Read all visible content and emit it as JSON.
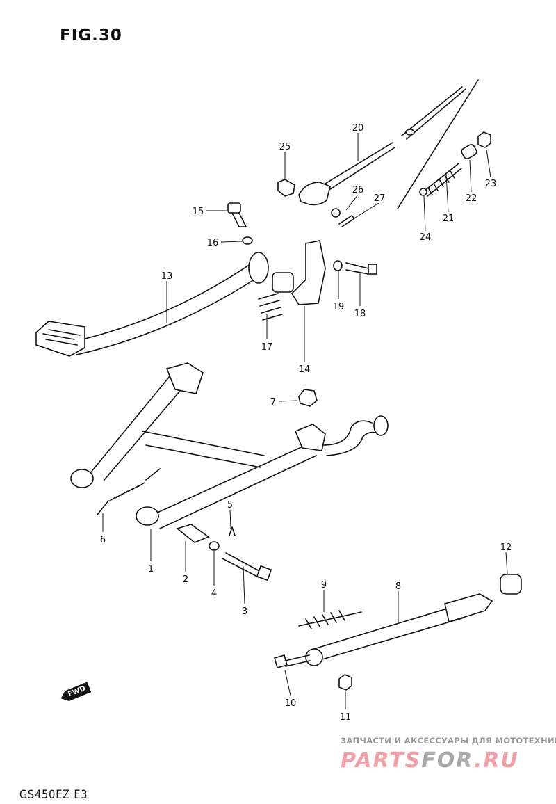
{
  "title": "FIG.30",
  "model_code": "GS450EZ E3",
  "fwd_label": "FWD",
  "watermark": {
    "subtitle": "ЗАПЧАСТИ И АКСЕССУАРЫ ДЛЯ МОТОТЕХНИКИ",
    "logo_a": "PARTS",
    "logo_b": "FOR",
    "logo_c": ".RU"
  },
  "labels": {
    "p1": "1",
    "p2": "2",
    "p3": "3",
    "p4": "4",
    "p5": "5",
    "p6": "6",
    "p7": "7",
    "p8": "8",
    "p9": "9",
    "p10": "10",
    "p11": "11",
    "p12": "12",
    "p13": "13",
    "p14": "14",
    "p15": "15",
    "p16": "16",
    "p17": "17",
    "p18": "18",
    "p19": "19",
    "p20": "20",
    "p21": "21",
    "p22": "22",
    "p23": "23",
    "p24": "24",
    "p25": "25",
    "p26": "26",
    "p27": "27"
  }
}
